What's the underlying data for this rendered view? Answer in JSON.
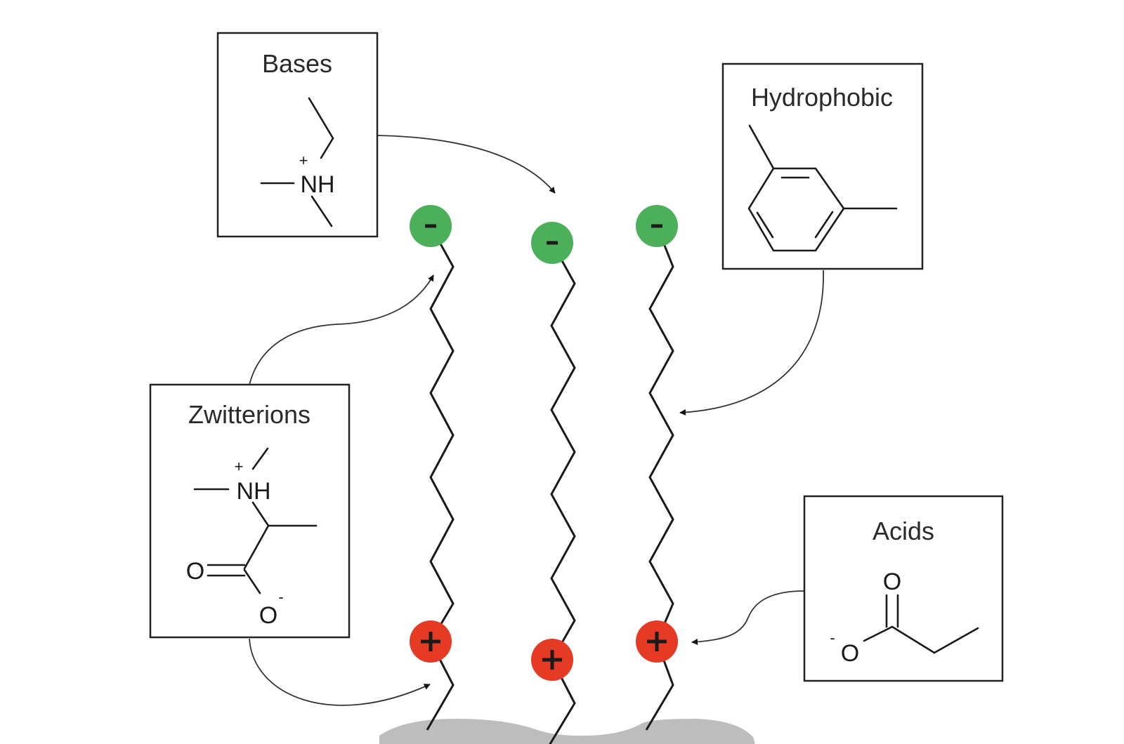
{
  "boxes": {
    "bases": {
      "title": "Bases",
      "atom_label": "NH",
      "charge": "+"
    },
    "hydrophobic": {
      "title": "Hydrophobic"
    },
    "zwitterions": {
      "title": "Zwitterions",
      "atom_label": "NH",
      "charge": "+",
      "oxygen_double": "O",
      "oxygen_single": "O",
      "oxygen_charge": "-"
    },
    "acids": {
      "title": "Acids",
      "oxygen_double": "O",
      "oxygen_single": "O",
      "oxygen_charge": "-"
    }
  },
  "chains": [
    {
      "name": "left",
      "head_charge": "negative",
      "tail_charge": "positive"
    },
    {
      "name": "middle",
      "head_charge": "negative",
      "tail_charge": "positive"
    },
    {
      "name": "right",
      "head_charge": "negative",
      "tail_charge": "positive"
    }
  ],
  "colors": {
    "negative_head": "#4caf5a",
    "positive_head": "#e53a24",
    "surface": "#bdbdbd",
    "ink": "#1a1a1a"
  }
}
